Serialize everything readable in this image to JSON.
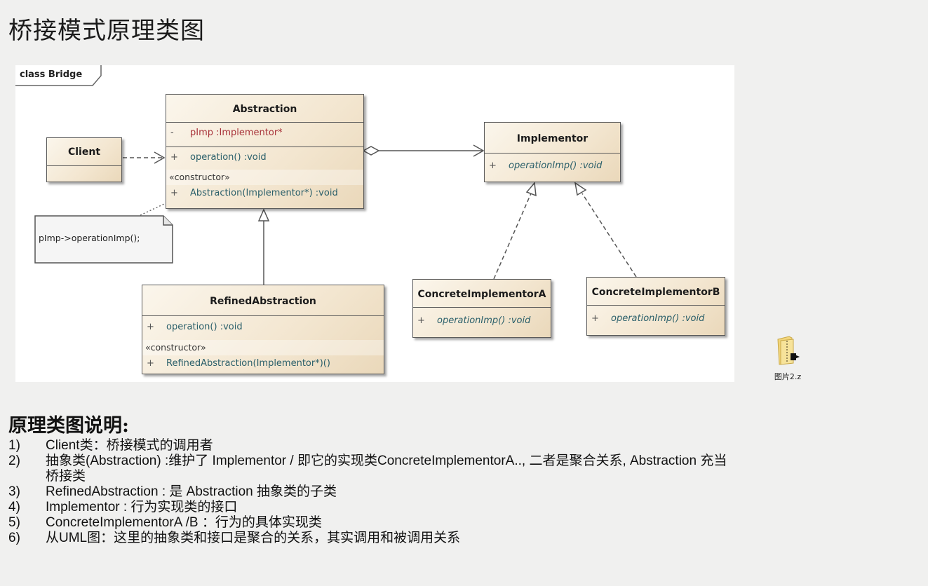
{
  "page": {
    "title": "桥接模式原理类图"
  },
  "diagram": {
    "frame_label": "class Bridge",
    "classes": {
      "abstraction": {
        "name": "Abstraction",
        "attributes": [
          {
            "visibility": "-",
            "text": "pImp  :Implementor*"
          }
        ],
        "operations": [
          {
            "visibility": "+",
            "text": "operation()  :void"
          }
        ],
        "stereotype": "«constructor»",
        "constructors": [
          {
            "visibility": "+",
            "text": "Abstraction(Implementor*)  :void"
          }
        ]
      },
      "client": {
        "name": "Client"
      },
      "implementor": {
        "name": "Implementor",
        "operations": [
          {
            "visibility": "+",
            "text": "operationImp()  :void"
          }
        ]
      },
      "refined_abstraction": {
        "name": "RefinedAbstraction",
        "operations": [
          {
            "visibility": "+",
            "text": "operation()  :void"
          }
        ],
        "stereotype": "«constructor»",
        "constructors": [
          {
            "visibility": "+",
            "text": "RefinedAbstraction(Implementor*)()"
          }
        ]
      },
      "concrete_a": {
        "name": "ConcreteImplementorA",
        "operations": [
          {
            "visibility": "+",
            "text": "operationImp()  :void"
          }
        ]
      },
      "concrete_b": {
        "name": "ConcreteImplementorB",
        "operations": [
          {
            "visibility": "+",
            "text": "operationImp()  :void"
          }
        ]
      }
    },
    "note": {
      "text": "pImp->operationImp();"
    },
    "relations": [
      {
        "from": "Client",
        "to": "Abstraction",
        "type": "dependency"
      },
      {
        "from": "Abstraction",
        "to": "Implementor",
        "type": "aggregation"
      },
      {
        "from": "RefinedAbstraction",
        "to": "Abstraction",
        "type": "generalization"
      },
      {
        "from": "ConcreteImplementorA",
        "to": "Implementor",
        "type": "realization"
      },
      {
        "from": "ConcreteImplementorB",
        "to": "Implementor",
        "type": "realization"
      },
      {
        "from": "note",
        "to": "Abstraction",
        "type": "note-link"
      }
    ],
    "colors": {
      "class_fill_light": "#fbf6ec",
      "class_fill_dark": "#ead8ba",
      "border": "#5a5a5a",
      "attribute_text": "#a8333a",
      "operation_text": "#2a5f6a"
    }
  },
  "desktop_file": {
    "icon": "zip-folder-icon",
    "label": "图片2.z"
  },
  "description": {
    "heading": "原理类图说明:",
    "items": [
      {
        "num": "1)",
        "text": "Client类：桥接模式的调用者"
      },
      {
        "num": "2)",
        "text": "抽象类(Abstraction) :维护了 Implementor / 即它的实现类ConcreteImplementorA.., 二者是聚合关系, Abstraction 充当\n桥接类"
      },
      {
        "num": "3)",
        "text": "RefinedAbstraction : 是 Abstraction 抽象类的子类"
      },
      {
        "num": "4)",
        "text": "Implementor : 行为实现类的接口"
      },
      {
        "num": "5)",
        "text": "ConcreteImplementorA /B ：行为的具体实现类"
      },
      {
        "num": "6)",
        "text": "从UML图：这里的抽象类和接口是聚合的关系，其实调用和被调用关系"
      }
    ]
  }
}
